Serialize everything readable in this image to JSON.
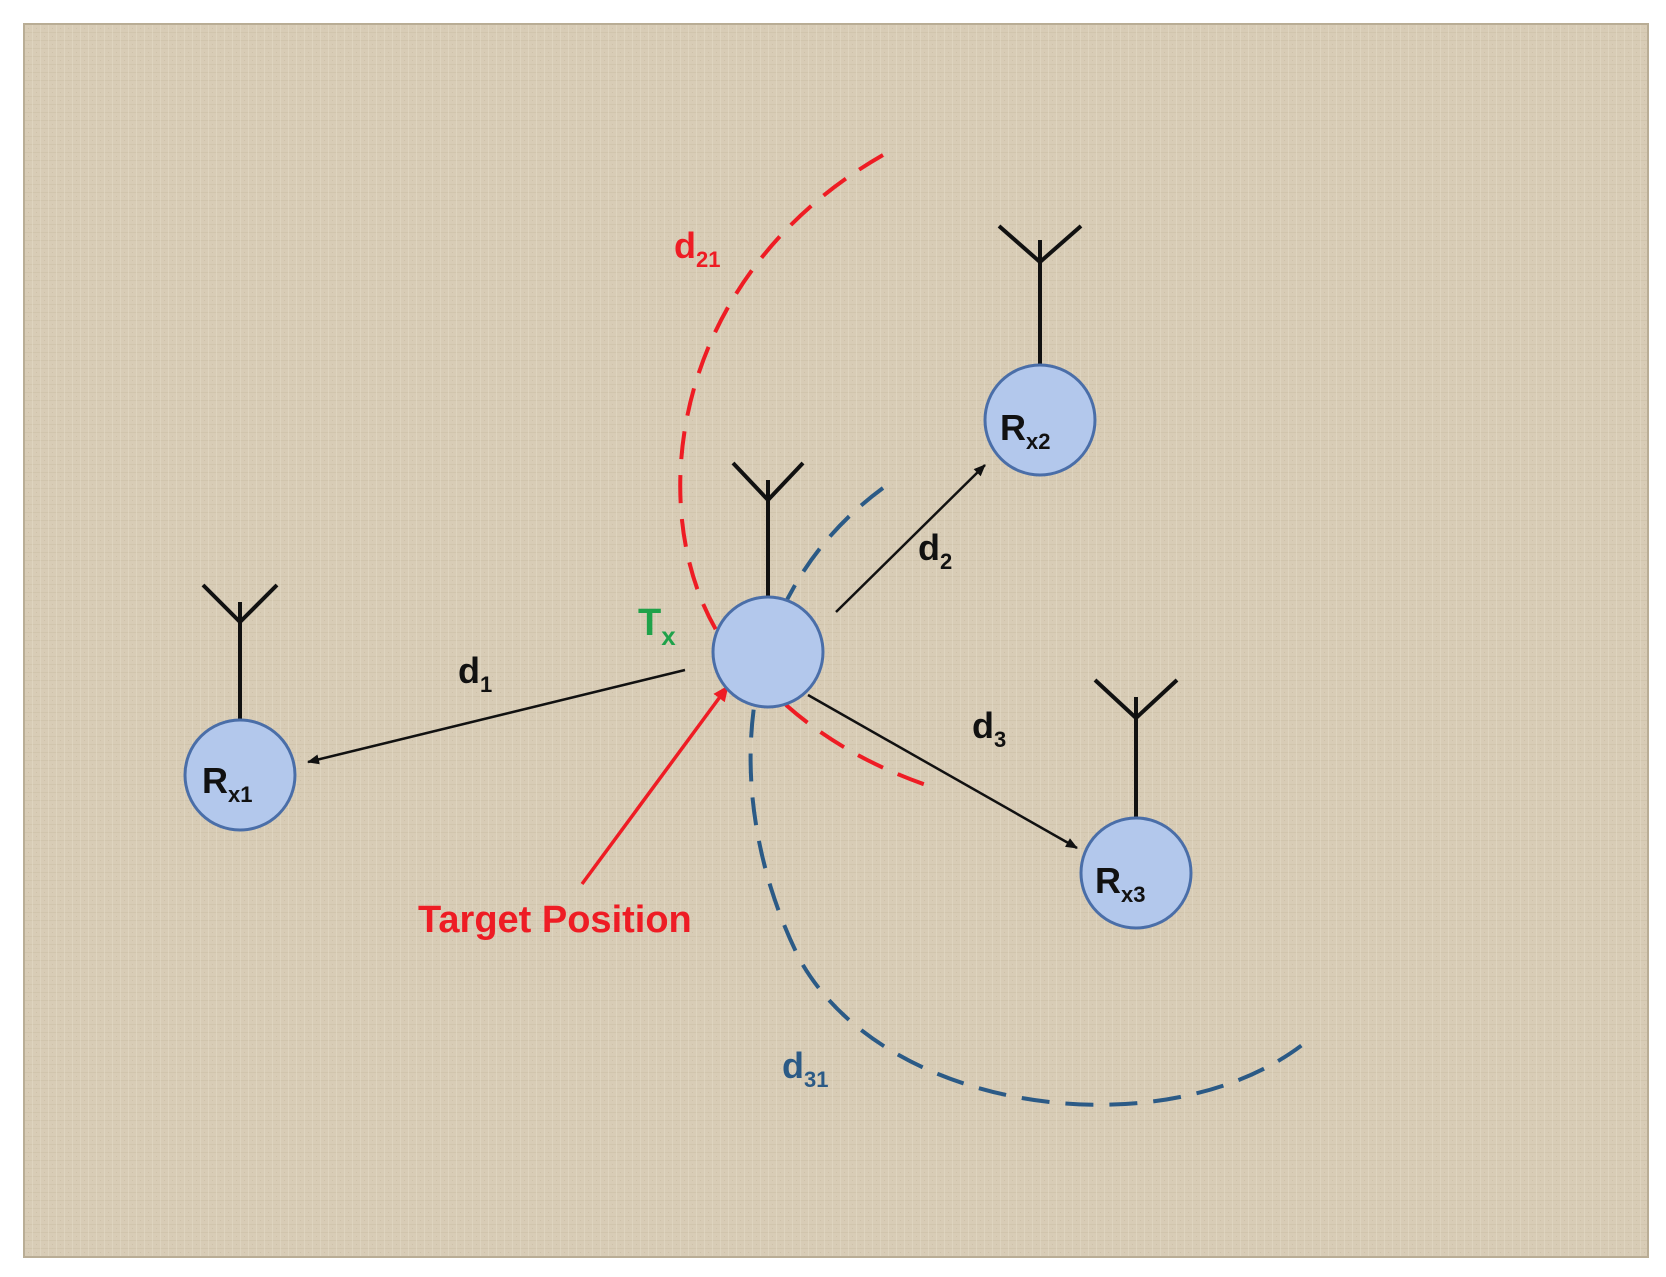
{
  "colors": {
    "background": "#d8ccb6",
    "node_fill": "#b3c8ec",
    "node_stroke": "#4a6ea8",
    "dark": "#111111",
    "red_accent": "#ee1c24",
    "blue_accent": "#2b5a86",
    "tx_label": "#1fa24a"
  },
  "nodes": {
    "tx": {
      "label": "T",
      "subscript": "x"
    },
    "rx1": {
      "label": "R",
      "subscript": "x1"
    },
    "rx2": {
      "label": "R",
      "subscript": "x2"
    },
    "rx3": {
      "label": "R",
      "subscript": "x3"
    }
  },
  "distances": {
    "d1": {
      "label": "d",
      "subscript": "1"
    },
    "d2": {
      "label": "d",
      "subscript": "2"
    },
    "d3": {
      "label": "d",
      "subscript": "3"
    },
    "d21": {
      "label": "d",
      "subscript": "21"
    },
    "d31": {
      "label": "d",
      "subscript": "31"
    }
  },
  "target_position_label": "Target Position"
}
